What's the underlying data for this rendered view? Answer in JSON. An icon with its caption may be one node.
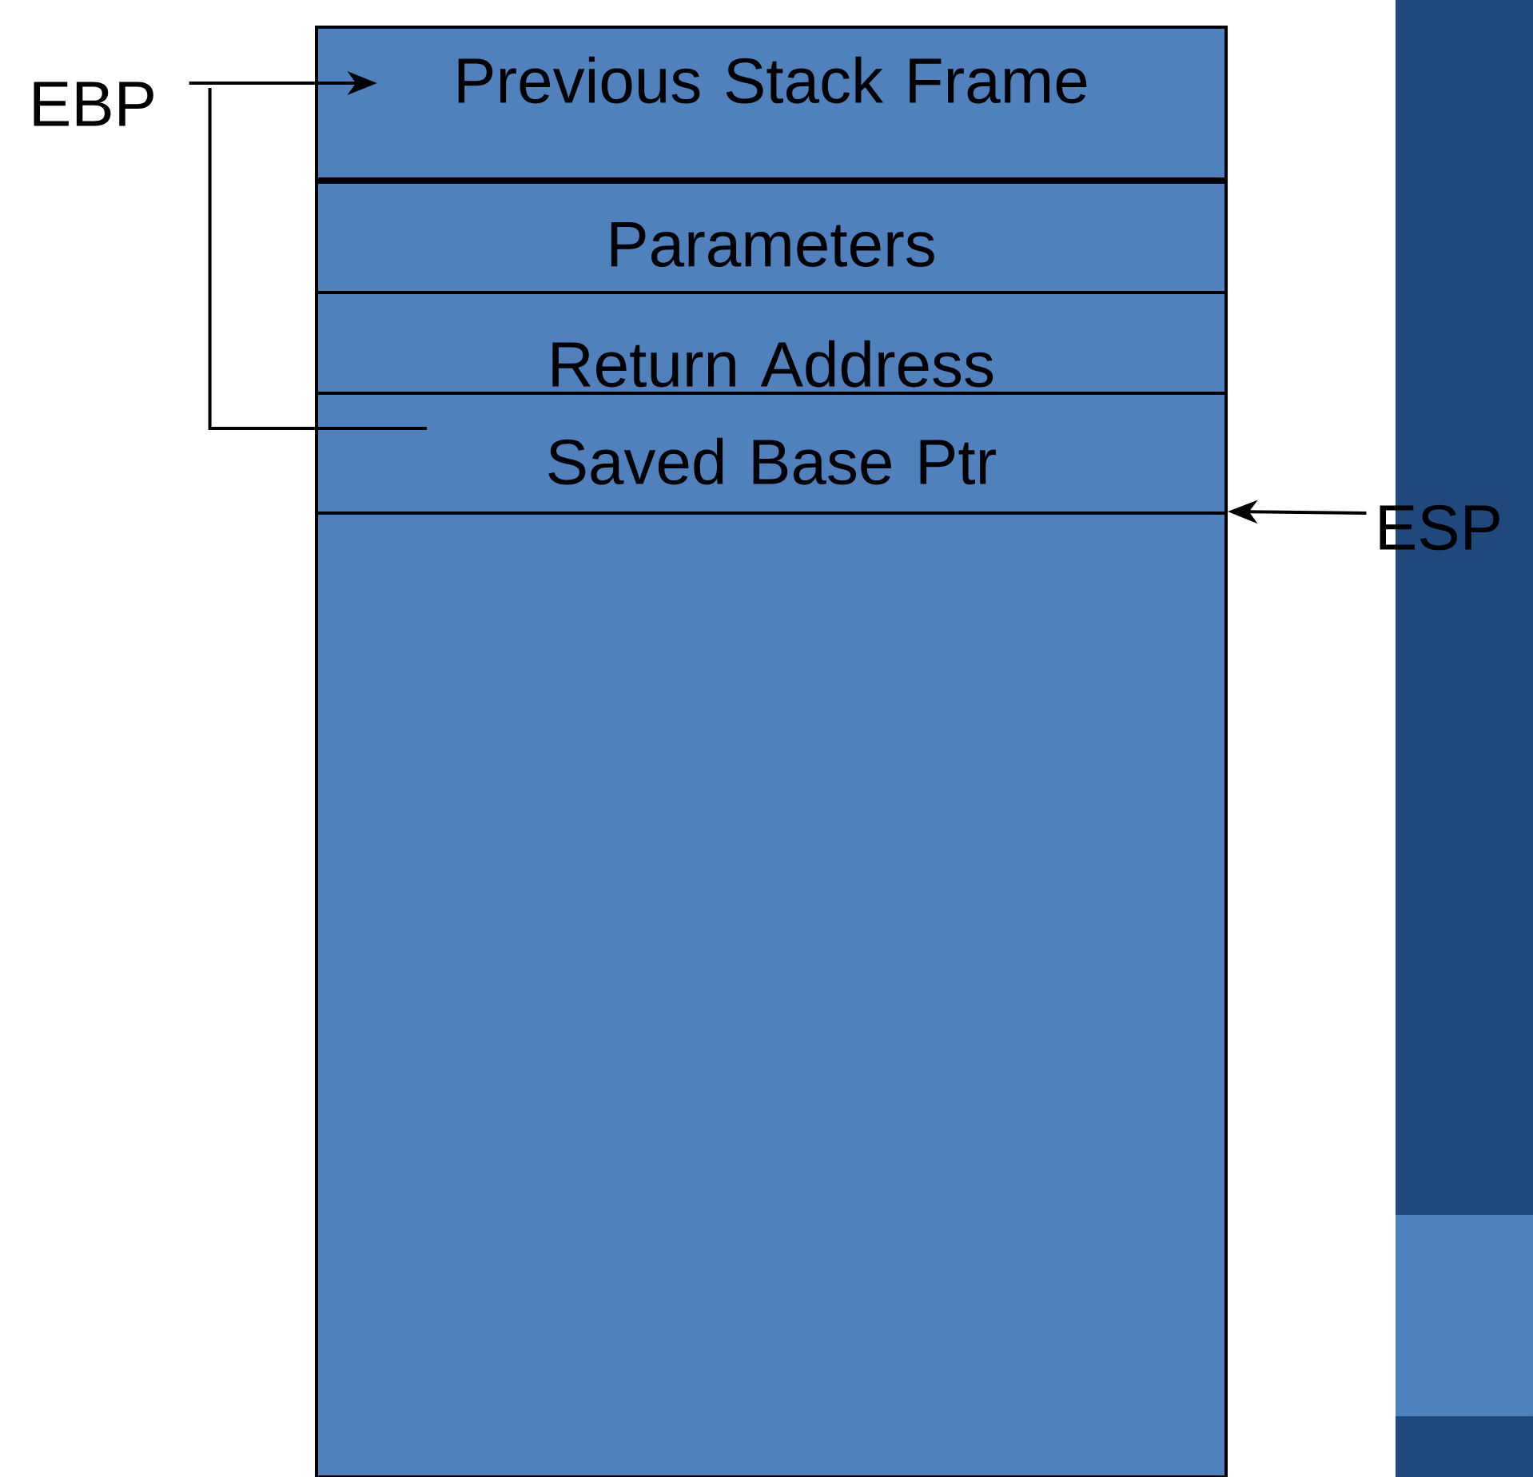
{
  "diagram": {
    "nodes": [
      {
        "text": [
          "Previous Stack Frame"
        ]
      },
      {
        "text": [
          "Parameters"
        ]
      },
      {
        "text": [
          "Return Address"
        ]
      },
      {
        "text": [
          "Saved Base Ptr"
        ]
      },
      {
        "text": [],
        "shape": "box"
      },
      {
        "text": [
          "EBP"
        ]
      },
      {
        "text": [
          "ESP"
        ]
      }
    ],
    "edges": [
      {
        "from": 5,
        "to": 0,
        "arrow": "to"
      },
      {
        "from": 5,
        "to": 3,
        "arrow": "none"
      },
      {
        "from": 6,
        "to": 4,
        "arrow": "to"
      }
    ]
  }
}
